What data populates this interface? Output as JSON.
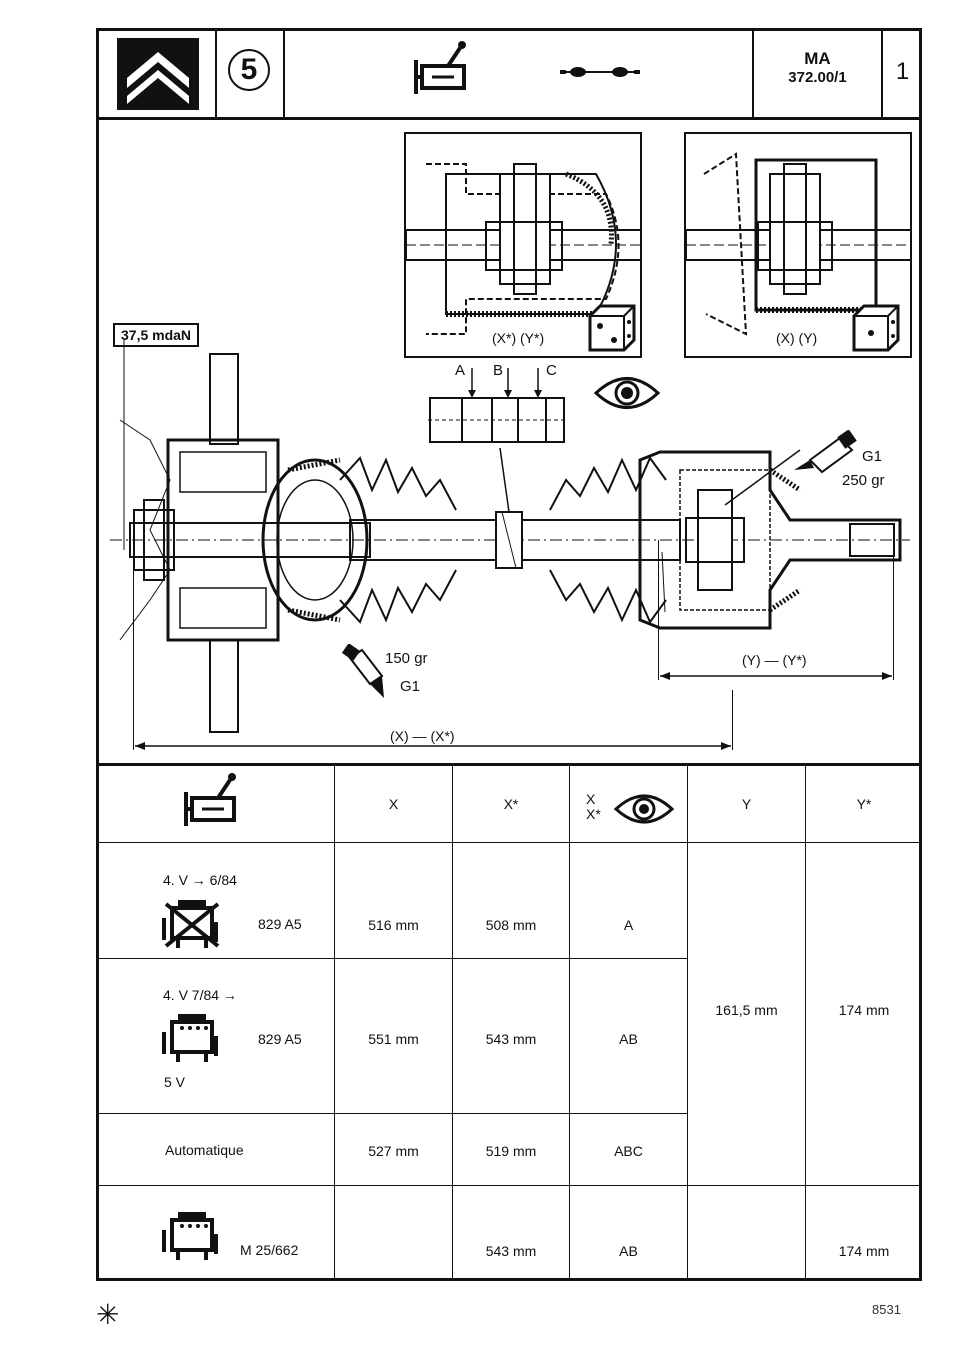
{
  "header": {
    "section_number": "5",
    "doc_code_line1": "MA",
    "doc_code_line2": "372.00/1",
    "page_number": "1",
    "icons": [
      "citroen-chevrons-logo",
      "gearbox-icon",
      "driveshaft-icon"
    ]
  },
  "diagram": {
    "torque_label": "37,5 mdaN",
    "inset_left_label": "(X*)   (Y*)",
    "inset_right_label": "(X)   (Y)",
    "ring_marks": [
      "A",
      "B",
      "C"
    ],
    "grease_right_code": "G1",
    "grease_right_qty": "250 gr",
    "grease_left_qty": "150 gr",
    "grease_left_code": "G1",
    "dim_y_label": "(Y) — (Y*)",
    "dim_x_label": "(X) — (X*)",
    "icons": [
      "eye-icon",
      "grease-tube-icon",
      "dice-icon"
    ]
  },
  "table": {
    "col_x": "X",
    "col_xs": "X*",
    "col_mark_x": "X",
    "col_mark_xs": "X*",
    "col_y": "Y",
    "col_ys": "Y*",
    "rows": [
      {
        "title": "4. V → 6/84",
        "code": "829 A5",
        "x": "516 mm",
        "xs": "508 mm",
        "mark": "A"
      },
      {
        "title": "4. V 7/84 →",
        "code": "829 A5",
        "sub": "5 V",
        "x": "551 mm",
        "xs": "543 mm",
        "mark": "AB"
      },
      {
        "title": "Automatique",
        "x": "527 mm",
        "xs": "519 mm",
        "mark": "ABC"
      },
      {
        "code": "M 25/662",
        "x": "",
        "xs": "543 mm",
        "mark": "AB",
        "y": "",
        "ys": "174 mm"
      }
    ],
    "merged_y": "161,5 mm",
    "merged_ys": "174 mm"
  },
  "footer": {
    "symbol": "✳",
    "ref": "8531"
  }
}
